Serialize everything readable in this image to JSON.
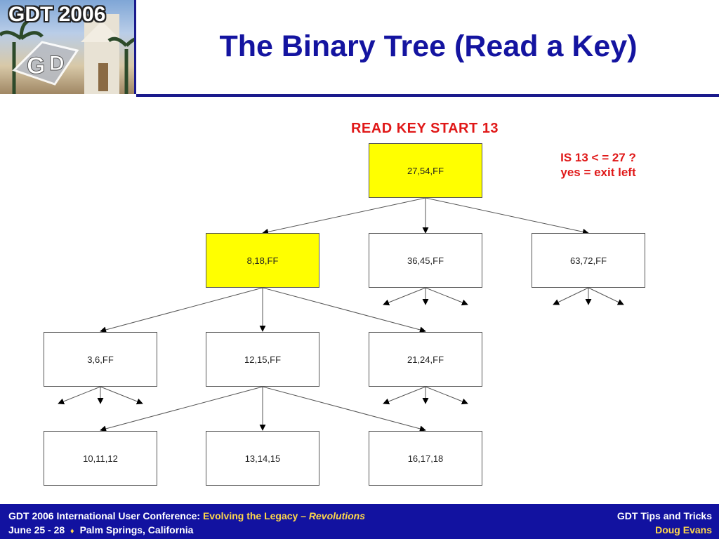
{
  "header": {
    "logo_text": "GDT 2006",
    "title": "The Binary Tree (Read a Key)"
  },
  "diagram": {
    "title": "READ KEY START 13",
    "question_line1": "IS 13 < = 27 ?",
    "question_line2": "yes = exit left",
    "highlight_color": "#ffff00",
    "nodes": {
      "root": "27,54,FF",
      "l1_left": "8,18,FF",
      "l1_mid": "36,45,FF",
      "l1_right": "63,72,FF",
      "l2_left": "3,6,FF",
      "l2_mid": "12,15,FF",
      "l2_right": "21,24,FF",
      "l3_left": "10,11,12",
      "l3_mid": "13,14,15",
      "l3_right": "16,17,18"
    }
  },
  "footer": {
    "conf_prefix": "GDT 2006 International User Conference: ",
    "conf_theme": "Evolving the Legacy – ",
    "conf_theme_italic": "Revolutions",
    "dates": "June 25 - 28",
    "separator": "♦",
    "location": "Palm Springs, California",
    "talk_title": "GDT Tips and Tricks",
    "speaker": "Doug Evans",
    "bar_color": "#1212a0",
    "accent_color": "#ffd84a"
  }
}
